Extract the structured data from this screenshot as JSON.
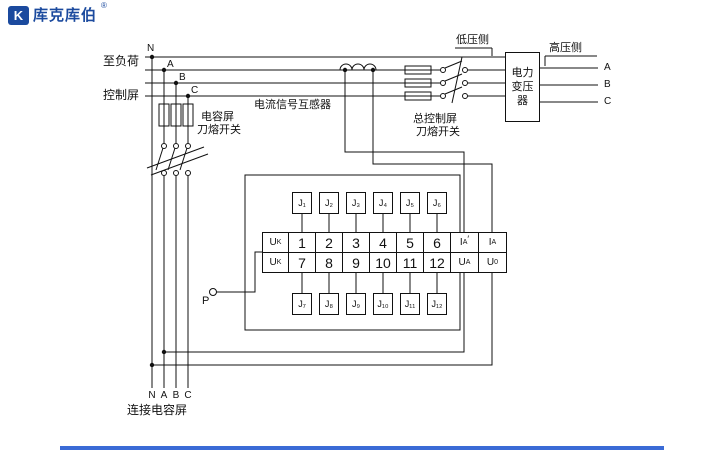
{
  "logo": {
    "icon_letter": "K",
    "brand": "库克库伯",
    "reg": "®"
  },
  "top_labels": {
    "to_load_1": "至负荷",
    "to_load_2": "控制屏",
    "n": "N",
    "a": "A",
    "b": "B",
    "c": "C"
  },
  "component_labels": {
    "cap_fuse_switch_1": "电容屏",
    "cap_fuse_switch_2": "刀熔开关",
    "ct": "电流信号互感器",
    "main_fuse_switch_1": "总控制屏",
    "main_fuse_switch_2": "刀熔开关",
    "lv_side": "低压侧",
    "hv_side": "高压侧",
    "transformer": "电力变压器",
    "p": "P"
  },
  "hv_phases": [
    "A",
    "B",
    "C"
  ],
  "bottom": {
    "n": "N",
    "a": "A",
    "b": "B",
    "c": "C",
    "caption": "连接电容屏"
  },
  "relays_top": [
    "J₁",
    "J₂",
    "J₃",
    "J₄",
    "J₅",
    "J₆"
  ],
  "relays_bottom": [
    "J₇",
    "J₈",
    "J₉",
    "J₁₀",
    "J₁₁",
    "J₁₂"
  ],
  "strip": {
    "numbers_top": [
      "1",
      "2",
      "3",
      "4",
      "5",
      "6"
    ],
    "numbers_bottom": [
      "7",
      "8",
      "9",
      "10",
      "11",
      "12"
    ],
    "uk_top": {
      "base": "U",
      "sub": "K"
    },
    "uk_bottom": {
      "base": "U",
      "sub": "K"
    },
    "ia_prime": {
      "base": "I",
      "sub": "A",
      "sup": "′"
    },
    "ia": {
      "base": "I",
      "sub": "A"
    },
    "ua": {
      "base": "U",
      "sub": "A"
    },
    "u0": {
      "base": "U",
      "sub": "0"
    }
  },
  "colors": {
    "line": "#111111",
    "brand_blue": "#1b4a9e",
    "footer_blue": "#3a6bd6"
  }
}
